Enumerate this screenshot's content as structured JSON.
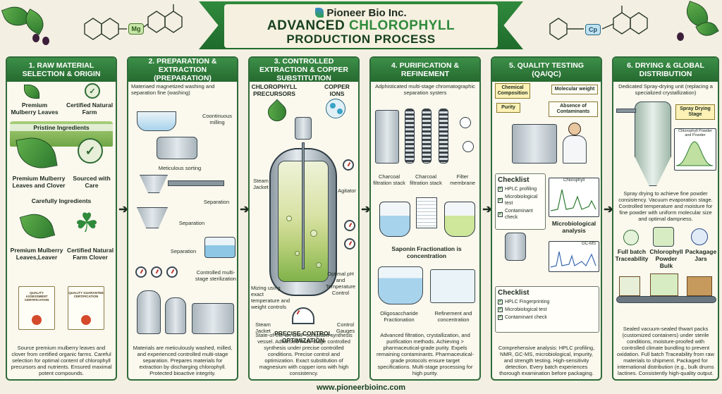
{
  "header": {
    "brand": "Pioneer Bio Inc.",
    "title_accent": "CHLOROPHYLL",
    "title_prefix": "ADVANCED ",
    "title_line2": "PRODUCTION PROCESS",
    "metal_left": "Mg",
    "metal_right": "Cp"
  },
  "colors": {
    "primary_green": "#2f8a3c",
    "dark_green": "#17401f",
    "cream": "#f3efe2"
  },
  "columns": [
    {
      "title": "1. RAW MATERIAL SELECTION & ORIGIN",
      "labels": [
        "Premium Mulberry Leaves",
        "Certified Natural Farm",
        "Pristine Ingredients",
        "Premium Mulberry Leaves and Clover",
        "Sourced with Care",
        "Carefully Ingredients",
        "Premium Mulberry Leaves,Leaver",
        "Certified Natural Farm Clover"
      ],
      "cert_left": "QUALITY ASSESSMENT CERTIFICATION",
      "cert_right": "QUALITY GUARANTEE CERTIFICATION",
      "desc": "Source premium mulberry leaves and clover from certified organic farms. Careful selection for optimal content of chlorophyll precursors and nutrients. Ensured maximal potent compounds."
    },
    {
      "title": "2. PREPARATION & EXTRACTION (PREPARATION)",
      "labels": [
        "Materiaed magnetized washing and separation fine (washing)",
        "Coontinuous milling",
        "Meticulous sorting",
        "Separation",
        "Separation",
        "Separation",
        "Controlled multi-stage sterilization"
      ],
      "desc": "Materials are meticulously washed, milled, and experienced controlled multi-stage separation. Prepares materials for extraction by discharging chlorophyll. Protected bioactive integrity."
    },
    {
      "title": "3. CONTROLLED EXTRACTION & COPPER SUBSTITUTION",
      "labels": [
        "CHLOROPHYLL PRECURSORS",
        "COPPER IONS",
        "Steam Jacket",
        "Agitator",
        "Mizing using exact temperature and weight controls",
        "Optimal pH and Temperature Control",
        "Steam Jacket",
        "PRECISE CONTROL OPTIMIZATION",
        "Control Gauges"
      ],
      "desc": "State-of-the-art GMP-compliant synthesis vessel. Advanced multi-stage controlled synthesis under precise controlled conditions. Precise control and optimization. Exact substitution of magnesium with copper ions with high consistency."
    },
    {
      "title": "4. PURIFICATION & REFINEMENT",
      "labels": [
        "Adphisticated multi-stage chromatographic separation systers",
        "Charcoal filtration stack",
        "Charcoal filtration stack",
        "Filter membrane",
        "Saponin Fractionation is concentration",
        "Oligosaccharide Fractionation",
        "Refinement and concentration"
      ],
      "desc": "Advanced filtration, crystallization, and purification methods. Achieving > pharmaceutical-grade purity. Expels remaining contaminants. Pharmaceutical-grade protocols ensure target specifications. Multi-stage processing for high purity."
    },
    {
      "title": "5. QUALITY TESTING (QA/QC)",
      "labels": [
        "Chemical Composition",
        "Molecular weight",
        "Purity",
        "Absence of Contaminants",
        "Chlorophyll",
        "Microbiological analysis",
        "GC-MS"
      ],
      "checklist1_title": "Checklist",
      "checklist1": [
        "HPLC profiling",
        "Microbiological test",
        "Contaminant check"
      ],
      "checklist2_title": "Checklist",
      "checklist2": [
        "HPLC Fingerprinting",
        "Microbiological test",
        "Contaminant check"
      ],
      "desc": "Comprehensive analysis: HPLC profiling, NMR, GC-MS, microbiological, impurity, and strength testing. High-sensitivity detection. Every batch experiences thorough examination before packaging."
    },
    {
      "title": "6. DRYING & GLOBAL DISTRIBUTION",
      "labels": [
        "Dedicated Spray-drying unit (replacing a specialized crystallization)",
        "Spray Drying Stage",
        "Chlorophyll Powder and Powder",
        "Full batch Traceability",
        "Chlorophyll Powder Bulk",
        "Packagage Jars"
      ],
      "mid_text": "Spray drying to achieve fine powder consistency. Vacuum evaporation stage. Controlled temperature and moisture for fine powder with uniform molecular size and optimal dampness.",
      "desc": "Sealed vacuum-sealed thwart packs (customized containers) under sterile conditions, moisture-proofed with controlled climate bundling to prevent oxidation. Full batch Traceability from raw materials to shipment. Packaged for international distribution (e.g., bulk drums lactines. Consistently high-quality output."
    },
    {}
  ],
  "footer": {
    "url": "www.pioneerbioinc.com"
  },
  "icons": [
    "leaf-icon",
    "certificate-icon",
    "clover-icon",
    "gauge-icon",
    "reactor-icon",
    "flask-icon",
    "scientist-icon",
    "checklist-icon",
    "arrow-right-icon",
    "package-icon"
  ]
}
